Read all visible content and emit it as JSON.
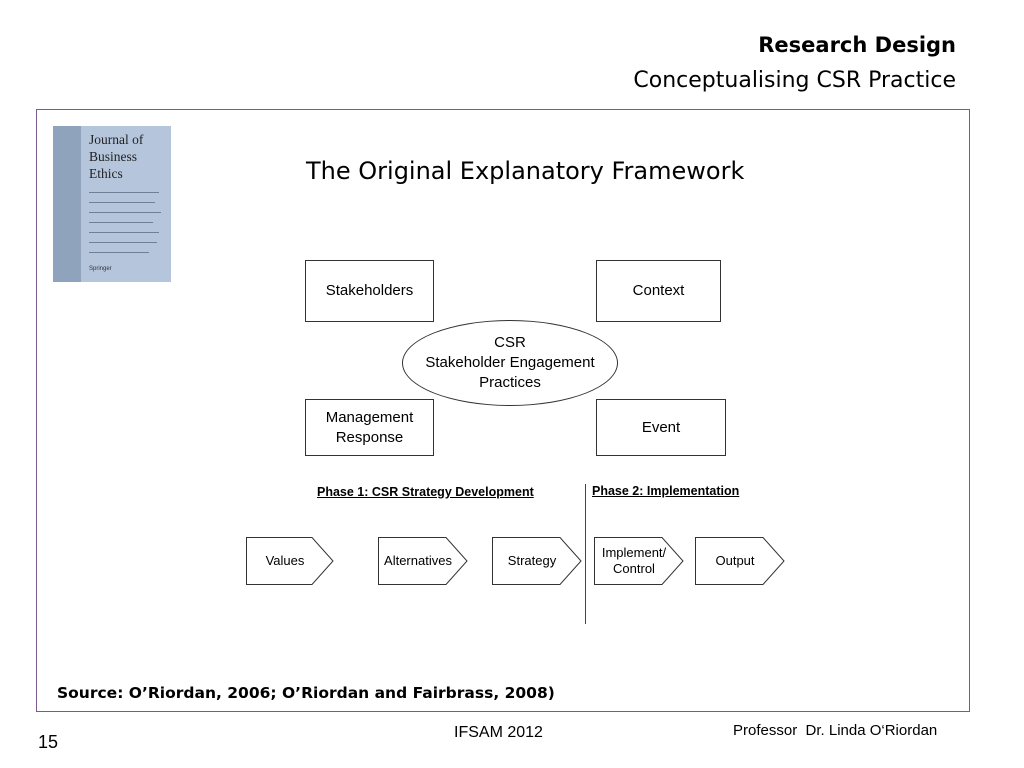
{
  "header": {
    "title": "Research Design",
    "subtitle": "Conceptualising CSR Practice"
  },
  "journal_cover": {
    "title_lines": [
      "Journal of",
      "Business",
      "Ethics"
    ],
    "publisher": "Springer"
  },
  "framework": {
    "title": "The Original Explanatory Framework",
    "boxes": {
      "stakeholders": "Stakeholders",
      "context": "Context",
      "management_response": [
        "Management",
        "Response"
      ],
      "event": "Event"
    },
    "center": [
      "CSR",
      "Stakeholder Engagement",
      "Practices"
    ]
  },
  "phases": {
    "phase1": "Phase 1: CSR Strategy Development",
    "phase2": "Phase 2: Implementation"
  },
  "steps": [
    "Values",
    "Alternatives",
    "Strategy",
    "Implement/ Control",
    "Output"
  ],
  "source": "Source: O’Riordan, 2006; O’Riordan and Fairbrass, 2008)",
  "footer": {
    "slide_number": "15",
    "conference": "IFSAM 2012",
    "author": "Professor  Dr. Linda O‘Riordan"
  }
}
